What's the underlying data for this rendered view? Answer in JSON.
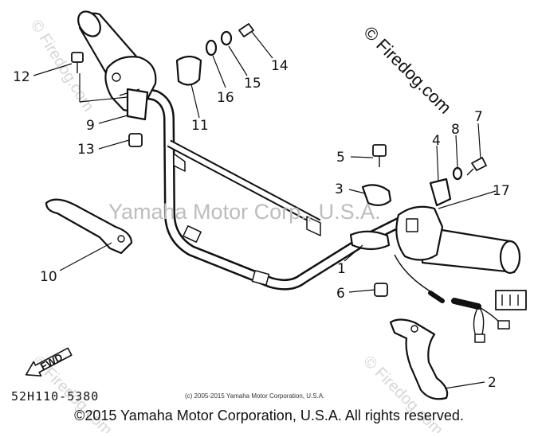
{
  "watermarks": {
    "center": "Yamaha Motor Corp., U.S.A.",
    "firedog_top_right": "© Firedog.com",
    "firedog_faint": "© Firedog.com"
  },
  "callouts": [
    {
      "num": "1"
    },
    {
      "num": "2"
    },
    {
      "num": "3"
    },
    {
      "num": "4"
    },
    {
      "num": "5"
    },
    {
      "num": "6"
    },
    {
      "num": "7"
    },
    {
      "num": "8"
    },
    {
      "num": "9"
    },
    {
      "num": "10"
    },
    {
      "num": "11"
    },
    {
      "num": "12"
    },
    {
      "num": "13"
    },
    {
      "num": "14"
    },
    {
      "num": "15"
    },
    {
      "num": "16"
    },
    {
      "num": "17"
    }
  ],
  "direction_arrow": "FWD",
  "diagram_number": "52H110-5380",
  "small_copyright": "(c) 2005-2015 Yamaha Motor Corporation, U.S.A.",
  "footer_copyright": "©2015 Yamaha Motor Corporation, U.S.A. All rights reserved."
}
